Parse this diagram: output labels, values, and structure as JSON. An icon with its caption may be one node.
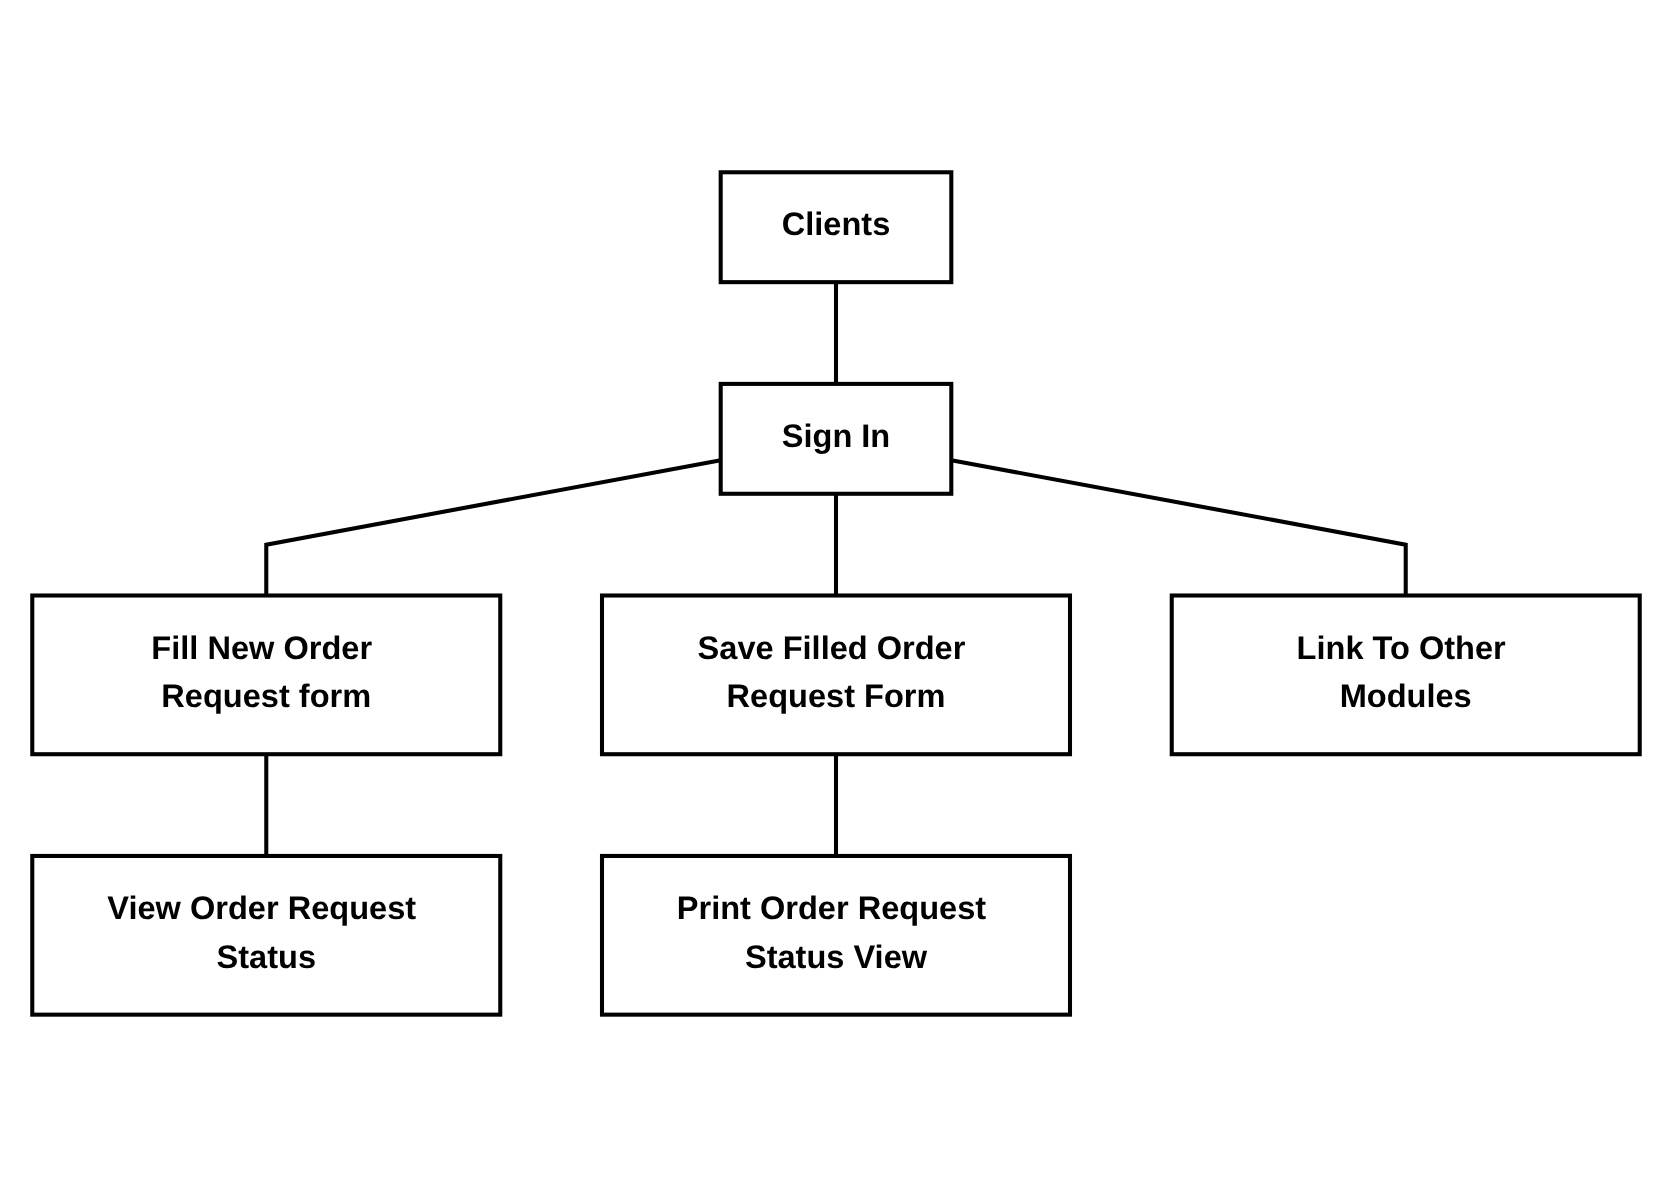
{
  "diagram": {
    "nodes": [
      {
        "text": [
          "Clients"
        ]
      },
      {
        "text": [
          "Sign In"
        ]
      },
      {
        "text": [
          "Fill New Order Request form"
        ]
      },
      {
        "text": [
          "Save Filled Order Request Form"
        ]
      },
      {
        "text": [
          "Link To Other Modules"
        ]
      },
      {
        "text": [
          "View Order Request Status"
        ]
      },
      {
        "text": [
          "Print Order Request Status View"
        ]
      }
    ],
    "edges": [
      {
        "from": 0,
        "to": 1,
        "arrow": "none"
      },
      {
        "from": 1,
        "to": 2,
        "arrow": "none"
      },
      {
        "from": 1,
        "to": 3,
        "arrow": "none"
      },
      {
        "from": 1,
        "to": 4,
        "arrow": "none"
      },
      {
        "from": 2,
        "to": 5,
        "arrow": "none"
      },
      {
        "from": 3,
        "to": 6,
        "arrow": "none"
      }
    ]
  }
}
